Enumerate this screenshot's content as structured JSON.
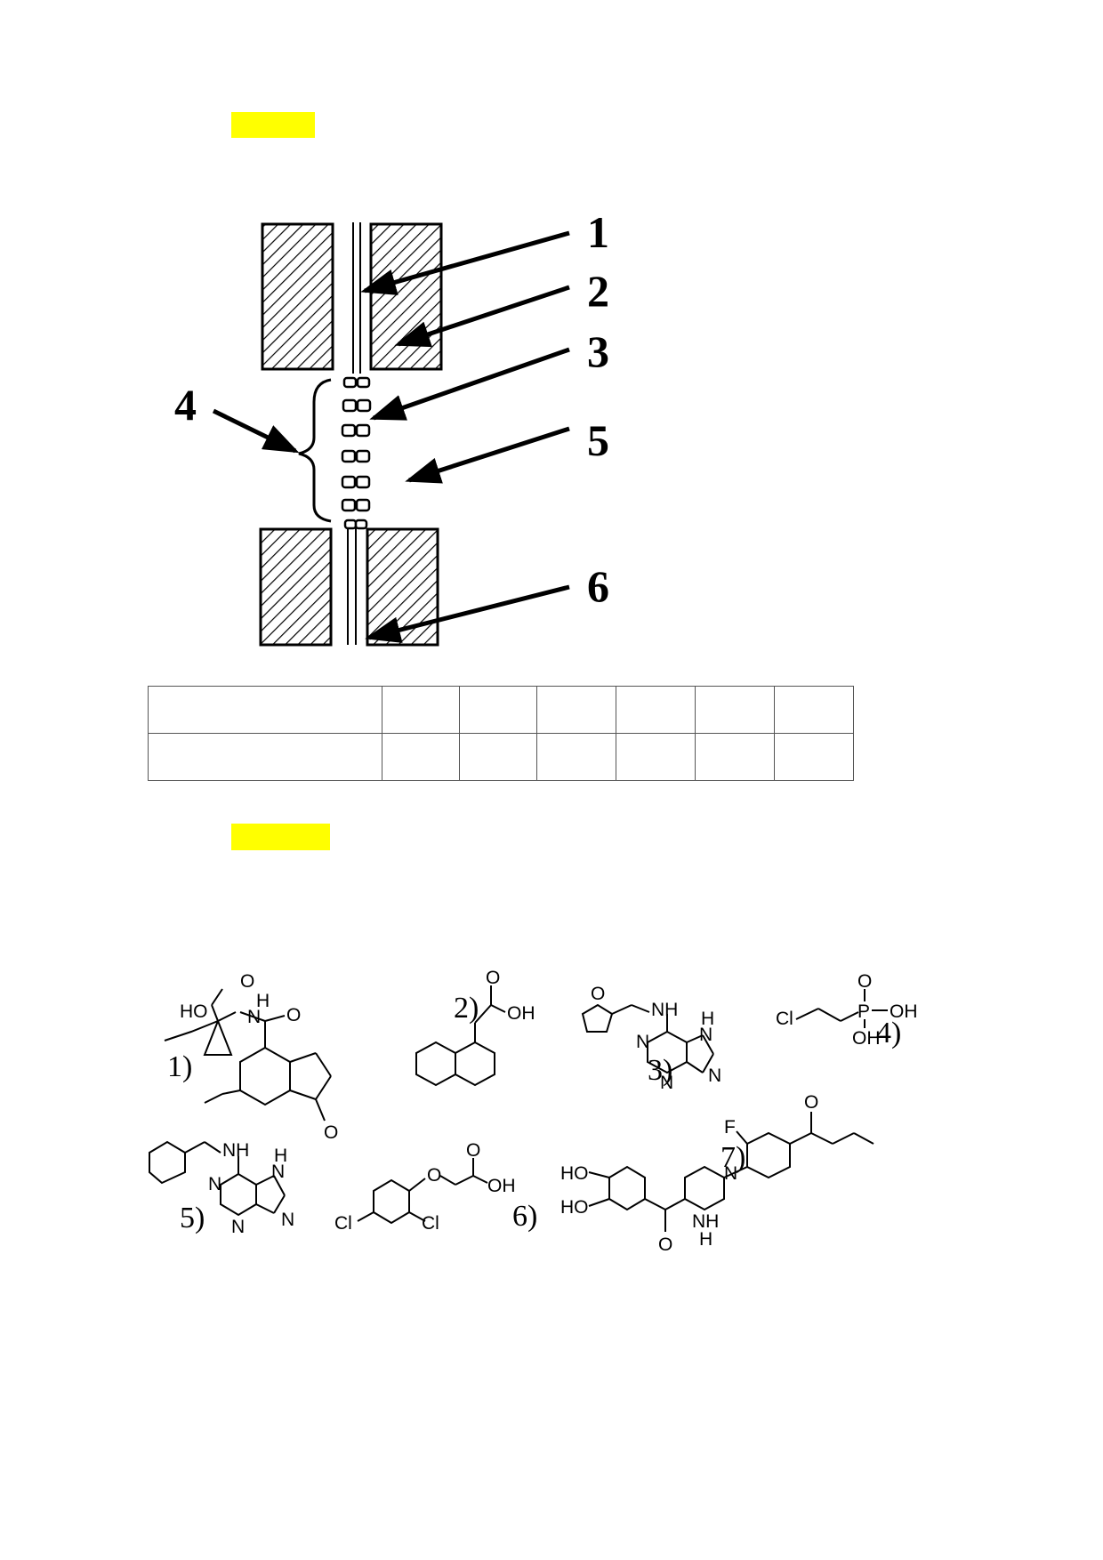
{
  "highlight_color": "#ffff00",
  "figure": {
    "labels": [
      "1",
      "2",
      "3",
      "4",
      "5",
      "6"
    ]
  },
  "answer_table": {
    "rows": 2,
    "columns": 7
  },
  "compounds": {
    "labels": [
      "1)",
      "2)",
      "3)",
      "4)",
      "5)",
      "6)",
      "7)"
    ],
    "atoms": {
      "HO": "HO",
      "OH": "OH",
      "O": "O",
      "NH": "NH",
      "H": "H",
      "N": "N",
      "Cl": "Cl",
      "P": "P",
      "F": "F"
    }
  }
}
